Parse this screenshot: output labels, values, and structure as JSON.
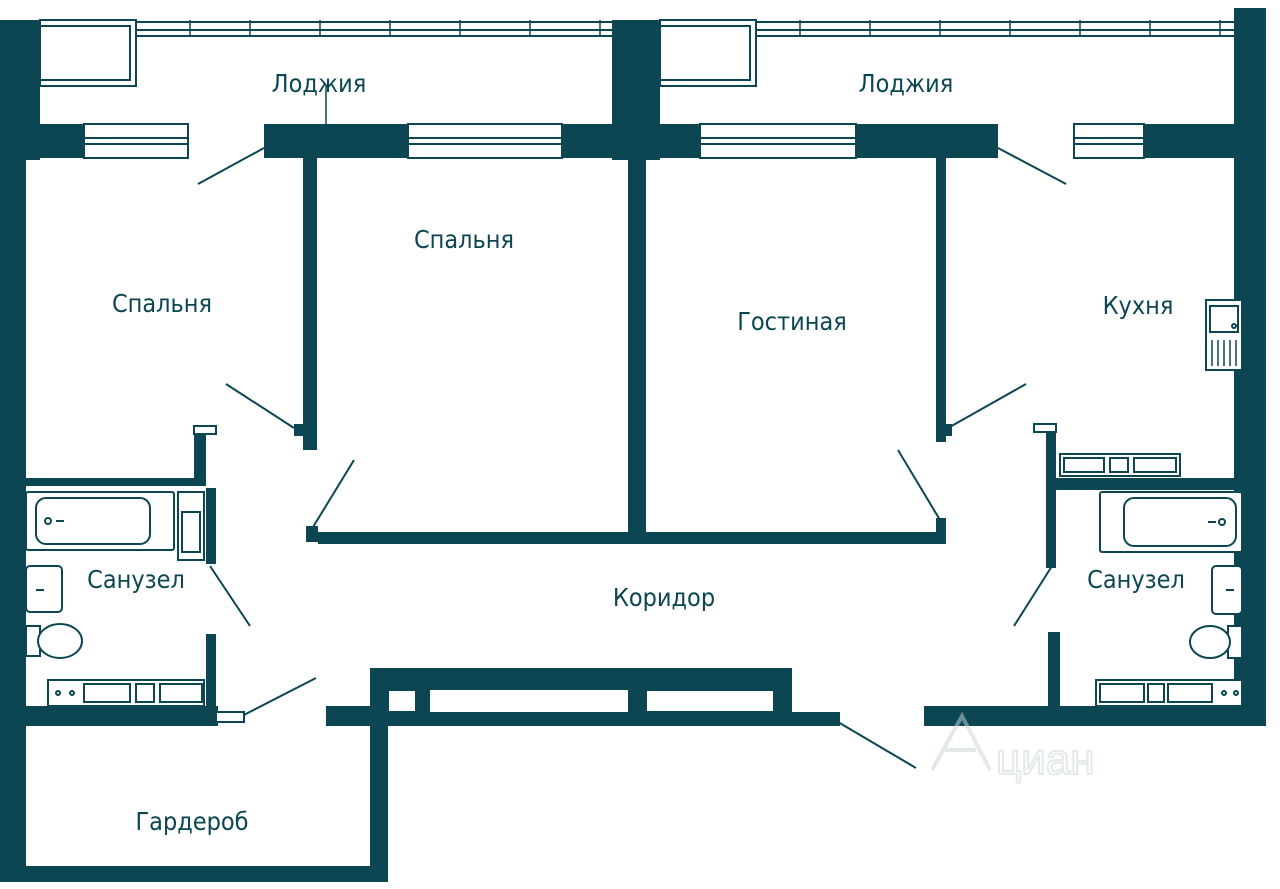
{
  "colors": {
    "wall": "#0b4652",
    "line": "#0b4652",
    "background": "#ffffff",
    "fixture_fill": "#ffffff"
  },
  "rooms": {
    "loggia_left": "Лоджия",
    "loggia_right": "Лоджия",
    "bedroom_left": "Спальня",
    "bedroom_center": "Спальня",
    "living_room": "Гостиная",
    "kitchen": "Кухня",
    "bathroom_left": "Санузел",
    "bathroom_right": "Санузел",
    "corridor": "Коридор",
    "wardrobe": "Гардероб"
  },
  "watermark": {
    "text": "циан",
    "icon": "cian-logo-icon"
  }
}
